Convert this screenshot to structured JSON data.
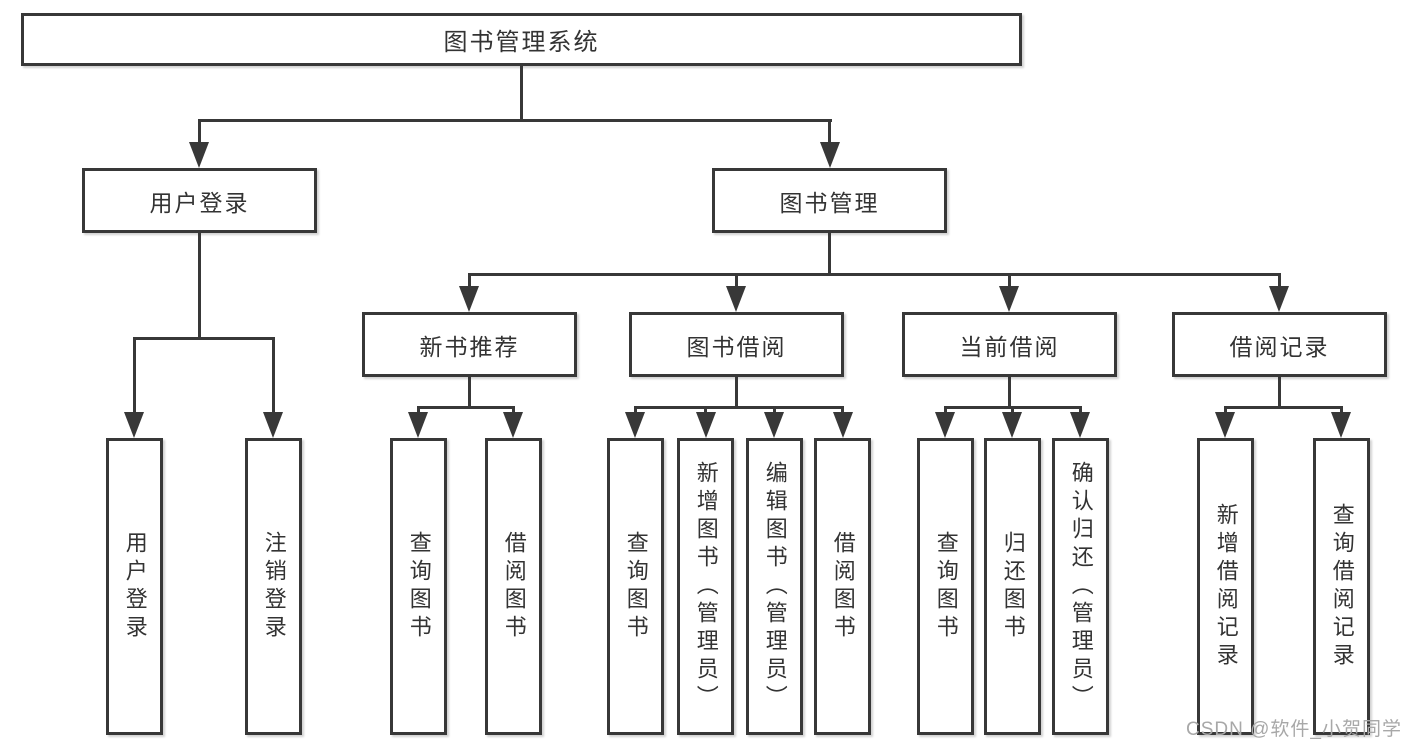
{
  "diagram_type": "hierarchy-tree",
  "root": {
    "label": "图书管理系统"
  },
  "branches": [
    {
      "label": "用户登录",
      "children": [
        {
          "label": "用户登录"
        },
        {
          "label": "注销登录"
        }
      ]
    },
    {
      "label": "图书管理",
      "children": [
        {
          "label": "新书推荐",
          "children": [
            {
              "label": "查询图书"
            },
            {
              "label": "借阅图书"
            }
          ]
        },
        {
          "label": "图书借阅",
          "children": [
            {
              "label": "查询图书"
            },
            {
              "label": "新增图书（管理员）"
            },
            {
              "label": "编辑图书（管理员）"
            },
            {
              "label": "借阅图书"
            }
          ]
        },
        {
          "label": "当前借阅",
          "children": [
            {
              "label": "查询图书"
            },
            {
              "label": "归还图书"
            },
            {
              "label": "确认归还（管理员）"
            }
          ]
        },
        {
          "label": "借阅记录",
          "children": [
            {
              "label": "新增借阅记录"
            },
            {
              "label": "查询借阅记录"
            }
          ]
        }
      ]
    }
  ],
  "watermark": "CSDN @软件_小贺同学",
  "colors": {
    "line": "#383838",
    "box_border": "#383838",
    "text": "#333333",
    "watermark": "#a8a8a8",
    "background": "#ffffff"
  }
}
